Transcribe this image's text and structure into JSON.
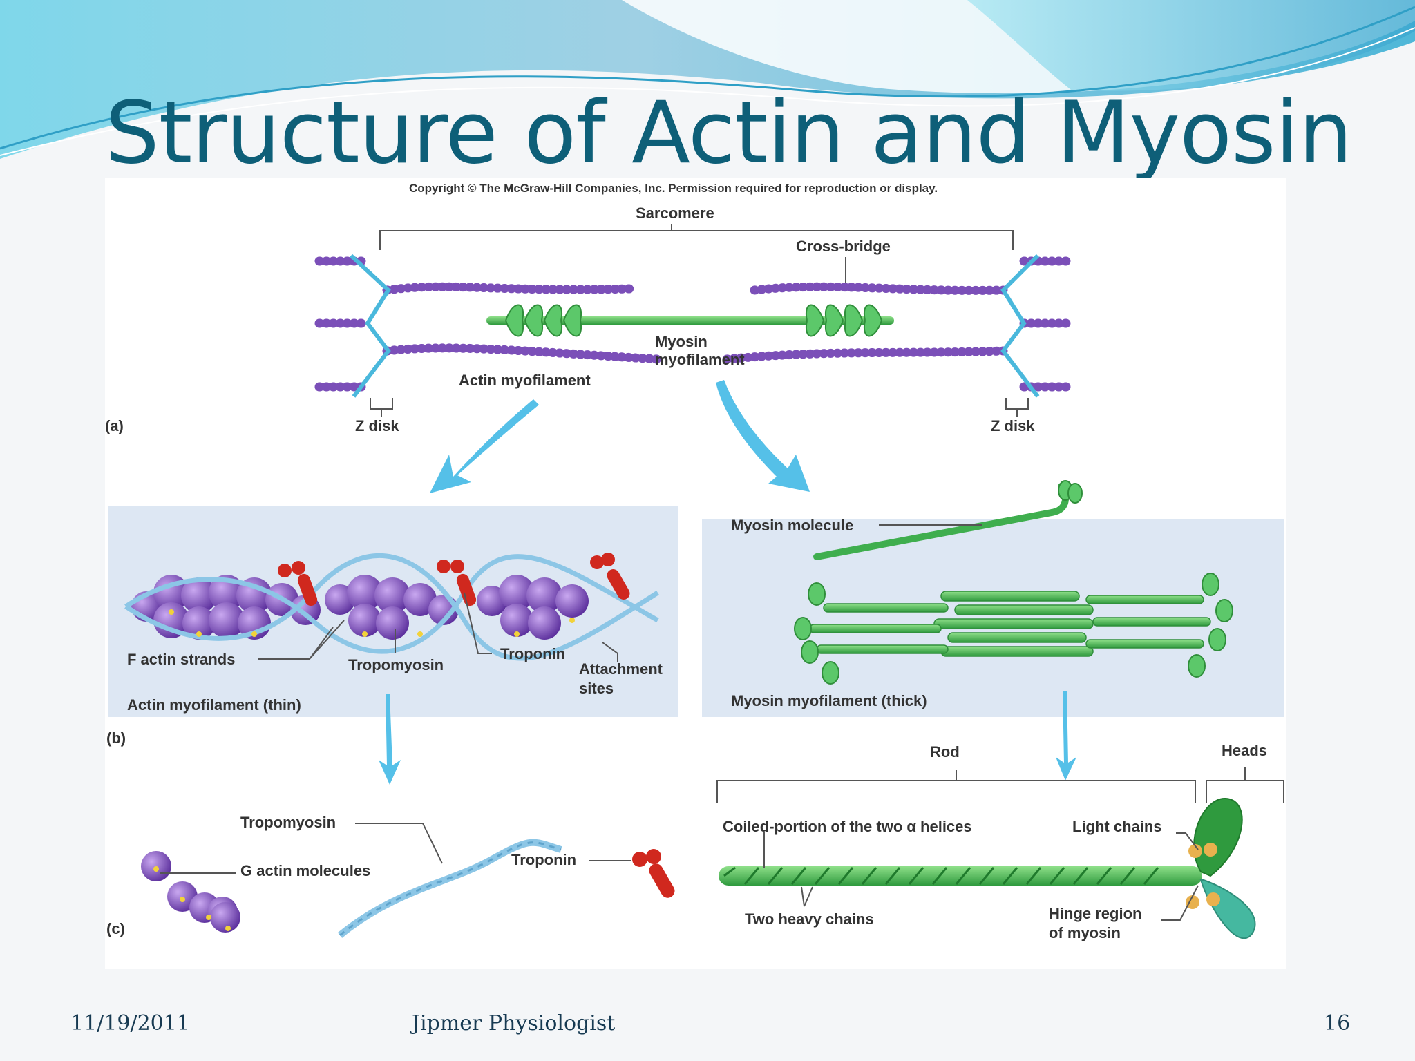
{
  "slide": {
    "title": "Structure of Actin and Myosin",
    "footer": {
      "date": "11/19/2011",
      "author": "Jipmer Physiologist",
      "page": "16"
    }
  },
  "figure": {
    "copyright": "Copyright © The McGraw-Hill Companies, Inc. Permission required for reproduction or display.",
    "panel_a": {
      "tag": "(a)",
      "sarcomere": "Sarcomere",
      "cross_bridge": "Cross-bridge",
      "myosin_line1": "Myosin",
      "myosin_line2": "myofilament",
      "actin": "Actin myofilament",
      "z_left": "Z disk",
      "z_right": "Z disk"
    },
    "panel_b": {
      "tag": "(b)",
      "f_actin": "F actin strands",
      "tropomyosin": "Tropomyosin",
      "troponin": "Troponin",
      "attach_line1": "Attachment",
      "attach_line2": "sites",
      "actin_thin": "Actin myofilament (thin)",
      "myosin_molecule": "Myosin molecule",
      "myosin_thick": "Myosin myofilament (thick)"
    },
    "panel_c": {
      "tag": "(c)",
      "tropomyosin": "Tropomyosin",
      "g_actin": "G actin molecules",
      "troponin": "Troponin",
      "rod": "Rod",
      "heads": "Heads",
      "coiled": "Coiled-portion of the two α helices",
      "light_chains": "Light chains",
      "heavy_chains": "Two heavy chains",
      "hinge_line1": "Hinge region",
      "hinge_line2": "of myosin"
    }
  },
  "colors": {
    "title": "#0e5f78",
    "actin": "#7b4fb8",
    "myosin": "#3fae4e",
    "z_disk": "#4ab8dc",
    "troponin": "#d0281e",
    "tropomyosin": "#8cc6e6",
    "panel_bg": "#dde7f3",
    "arrow": "#55c0e8"
  }
}
